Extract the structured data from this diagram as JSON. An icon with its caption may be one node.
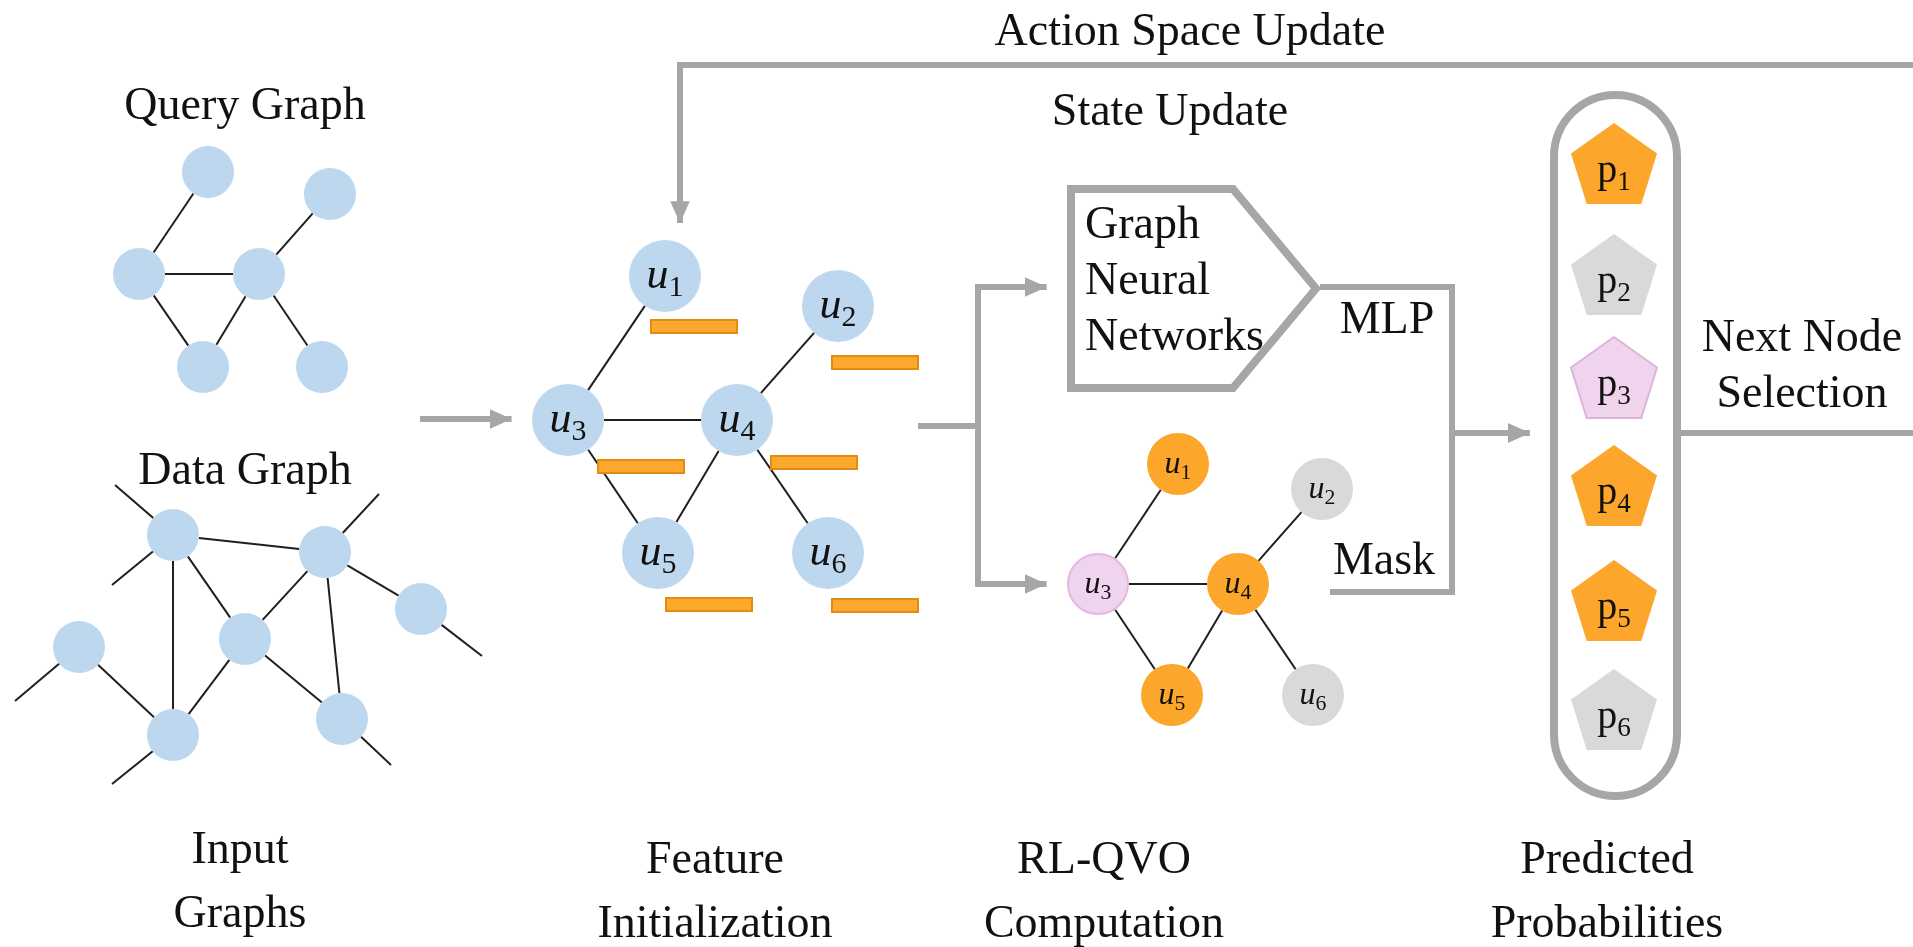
{
  "diagram": {
    "nodes": [
      {
        "text": [],
        "shape": "circle"
      },
      {
        "text": [],
        "shape": "circle"
      },
      {
        "text": [],
        "shape": "circle"
      },
      {
        "text": [],
        "shape": "circle"
      },
      {
        "text": [],
        "shape": "circle"
      },
      {
        "text": [],
        "shape": "circle"
      },
      {
        "text": [],
        "shape": "circle"
      },
      {
        "text": [],
        "shape": "circle"
      },
      {
        "text": [],
        "shape": "circle"
      },
      {
        "text": [],
        "shape": "circle"
      },
      {
        "text": [],
        "shape": "circle"
      },
      {
        "text": [],
        "shape": "circle"
      },
      {
        "text": [],
        "shape": "circle"
      },
      {
        "text": [
          "*u*$_{1}$"
        ]
      },
      {
        "text": [
          "*u*$_{2}$"
        ]
      },
      {
        "text": [
          "*u*$_{3}$"
        ]
      },
      {
        "text": [
          "*u*$_{4}$"
        ]
      },
      {
        "text": [
          "*u*$_{5}$"
        ]
      },
      {
        "text": [
          "*u*$_{6}$"
        ]
      },
      {
        "text": [
          "Graph Neural Networks"
        ]
      },
      {
        "text": [
          "*u*$_{1}$"
        ]
      },
      {
        "text": [
          "*u*$_{2}$"
        ]
      },
      {
        "text": [
          "*u*$_{3}$"
        ]
      },
      {
        "text": [
          "*u*$_{4}$"
        ]
      },
      {
        "text": [
          "*u*$_{5}$"
        ]
      },
      {
        "text": [
          "*u*$_{6}$"
        ]
      },
      {
        "text": [],
        "shape": "box"
      },
      {
        "text": [
          "p$_{1}$"
        ],
        "in": 26
      },
      {
        "text": [
          "p$_{2}$"
        ],
        "in": 26
      },
      {
        "text": [
          "p$_{3}$"
        ],
        "in": 26
      },
      {
        "text": [
          "p$_{4}$"
        ],
        "in": 26
      },
      {
        "text": [
          "p$_{5}$"
        ],
        "in": 26
      },
      {
        "text": [
          "p$_{6}$"
        ],
        "in": 26
      },
      {
        "text": [],
        "shape": "bar"
      },
      {
        "text": [],
        "shape": "bar"
      },
      {
        "text": [],
        "shape": "bar"
      },
      {
        "text": [],
        "shape": "bar"
      },
      {
        "text": [],
        "shape": "bar"
      },
      {
        "text": [],
        "shape": "bar"
      }
    ],
    "edges": [
      {
        "from": 0,
        "to": 2,
        "arrow": "none"
      },
      {
        "from": 1,
        "to": 3,
        "arrow": "none"
      },
      {
        "from": 2,
        "to": 3,
        "arrow": "none"
      },
      {
        "from": 2,
        "to": 4,
        "arrow": "none"
      },
      {
        "from": 3,
        "to": 4,
        "arrow": "none"
      },
      {
        "from": 3,
        "to": 5,
        "arrow": "none"
      },
      {
        "from": 6,
        "to": 7,
        "arrow": "none"
      },
      {
        "from": 6,
        "to": 11,
        "arrow": "none"
      },
      {
        "from": 6,
        "to": 10,
        "arrow": "none"
      },
      {
        "from": 7,
        "to": 10,
        "arrow": "none"
      },
      {
        "from": 7,
        "to": 12,
        "arrow": "none"
      },
      {
        "from": 7,
        "to": 8,
        "arrow": "none"
      },
      {
        "from": 10,
        "to": 11,
        "arrow": "none"
      },
      {
        "from": 10,
        "to": 12,
        "arrow": "none"
      },
      {
        "from": 9,
        "to": 11,
        "arrow": "none"
      },
      {
        "from": 6,
        "to": null,
        "arrow": "none"
      },
      {
        "from": 6,
        "to": null,
        "arrow": "none"
      },
      {
        "from": 7,
        "to": null,
        "arrow": "none"
      },
      {
        "from": 8,
        "to": null,
        "arrow": "none"
      },
      {
        "from": 9,
        "to": null,
        "arrow": "none"
      },
      {
        "from": 11,
        "to": null,
        "arrow": "none"
      },
      {
        "from": 12,
        "to": null,
        "arrow": "none"
      },
      {
        "from": 13,
        "to": 15,
        "arrow": "none"
      },
      {
        "from": 14,
        "to": 16,
        "arrow": "none"
      },
      {
        "from": 15,
        "to": 16,
        "arrow": "none"
      },
      {
        "from": 15,
        "to": 17,
        "arrow": "none"
      },
      {
        "from": 16,
        "to": 17,
        "arrow": "none"
      },
      {
        "from": 16,
        "to": 18,
        "arrow": "none"
      },
      {
        "from": null,
        "to": 15,
        "arrow": "to",
        "style": "thick",
        "color": "#a6a6a6"
      },
      {
        "from": null,
        "to": 19,
        "arrow": "to",
        "style": "thick",
        "color": "#a6a6a6"
      },
      {
        "from": null,
        "to": 22,
        "arrow": "to",
        "style": "thick",
        "color": "#a6a6a6"
      },
      {
        "from": 20,
        "to": 22,
        "arrow": "none"
      },
      {
        "from": 21,
        "to": 23,
        "arrow": "none"
      },
      {
        "from": 22,
        "to": 23,
        "arrow": "none"
      },
      {
        "from": 22,
        "to": 24,
        "arrow": "none"
      },
      {
        "from": 23,
        "to": 24,
        "arrow": "none"
      },
      {
        "from": 23,
        "to": 25,
        "arrow": "none"
      },
      {
        "from": 19,
        "to": 26,
        "arrow": "to",
        "label": "MLP",
        "style": "thick",
        "color": "#a6a6a6"
      },
      {
        "from": null,
        "to": 26,
        "arrow": "to",
        "label": "Mask",
        "style": "thick",
        "color": "#a6a6a6"
      },
      {
        "from": 26,
        "to": null,
        "arrow": "none",
        "label": "Next Node Selection",
        "style": "thick",
        "color": "#a6a6a6"
      },
      {
        "from": null,
        "to": 13,
        "arrow": "to",
        "label": "Action Space Update",
        "style": "thick",
        "color": "#a6a6a6"
      }
    ],
    "labels": [
      "Query Graph",
      "State Update",
      "Data Graph",
      "Input Graphs",
      "Feature Initialization",
      "RL-QVO Computation",
      "Predicted Probabilities"
    ]
  }
}
